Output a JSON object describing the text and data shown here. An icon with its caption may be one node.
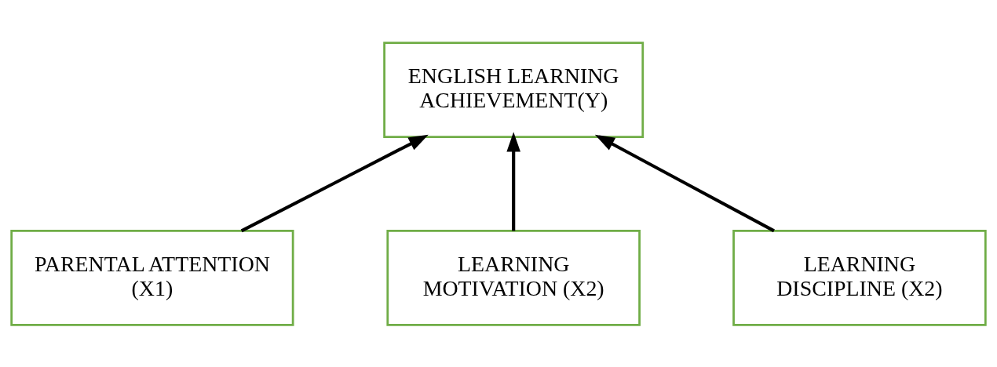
{
  "diagram": {
    "nodes": [
      {
        "text": [
          "ENGLISH LEARNING ACHIEVEMENT(Y)"
        ]
      },
      {
        "text": [
          "PARENTAL ATTENTION (X1)"
        ]
      },
      {
        "text": [
          "LEARNING MOTIVATION (X2)"
        ]
      },
      {
        "text": [
          "LEARNING DISCIPLINE (X2)"
        ]
      }
    ],
    "edges": [
      {
        "from": 1,
        "to": 0,
        "arrow": "to"
      },
      {
        "from": 2,
        "to": 0,
        "arrow": "to"
      },
      {
        "from": 3,
        "to": 0,
        "arrow": "to"
      }
    ]
  }
}
